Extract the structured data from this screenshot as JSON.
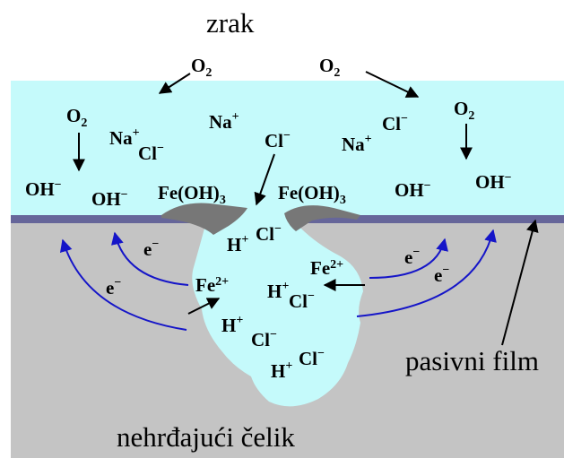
{
  "labels": {
    "air": "zrak",
    "passive_film": "pasivni film",
    "steel": "nehrđajući čelik"
  },
  "species": {
    "o2": "O",
    "o2_sub": "2",
    "oh": "OH",
    "oh_sup": "−",
    "na": "Na",
    "na_sup": "+",
    "cl": "Cl",
    "cl_sup": "−",
    "h": "H",
    "h_sup": "+",
    "fe2": "Fe",
    "fe2_sup": "2+",
    "e": "e",
    "e_sup": "−",
    "feoh3": "Fe(OH)",
    "feoh3_sub": "3"
  },
  "colors": {
    "solution": "#c5fafb",
    "steel": "#c4c4c4",
    "film": "#66669a",
    "rust_cap": "#777777",
    "electron_arrow": "#1515c8",
    "arrow": "#000000"
  }
}
